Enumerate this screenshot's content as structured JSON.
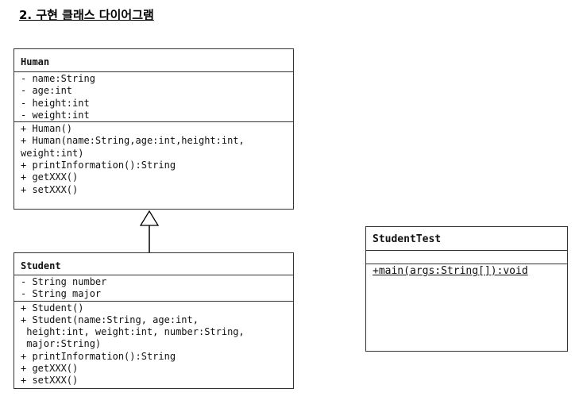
{
  "heading": "2. 구현 클래스 다이어그램",
  "human": {
    "name": "Human",
    "attributes": [
      "- name:String",
      "- age:int",
      "- height:int",
      "- weight:int"
    ],
    "operations": [
      "+ Human()",
      "+ Human(name:String,age:int,height:int,",
      "weight:int)",
      "+ printInformation():String",
      "+ getXXX()",
      "+ setXXX()"
    ]
  },
  "student": {
    "name": "Student",
    "attributes": [
      "- String number",
      "- String major"
    ],
    "operations": [
      "+ Student()",
      "+ Student(name:String, age:int,",
      " height:int, weight:int, number:String,",
      " major:String)",
      "+ printInformation():String",
      "+ getXXX()",
      "+ setXXX()"
    ]
  },
  "student_test": {
    "name": "StudentTest",
    "operations": [
      "+main(args:String[]):void"
    ]
  }
}
